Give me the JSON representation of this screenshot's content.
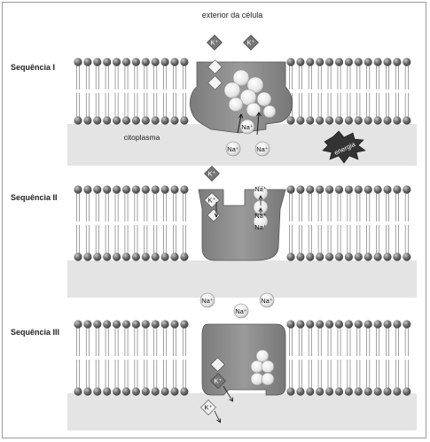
{
  "labels": {
    "exterior": "exterior da célula",
    "citoplasma": "citoplasma",
    "energia": "energia"
  },
  "sequences": [
    {
      "label": "Sequência I"
    },
    {
      "label": "Sequência II"
    },
    {
      "label": "Sequência III"
    }
  ],
  "ions": {
    "k": "K⁺",
    "na": "Na⁺"
  },
  "colors": {
    "head": "#6e6e6e",
    "protein": "#8a8a8a",
    "protein_dark": "#6f6f6f",
    "ground": "#dedede",
    "tail": "#9a9a9a",
    "border": "#9a9a9a"
  }
}
